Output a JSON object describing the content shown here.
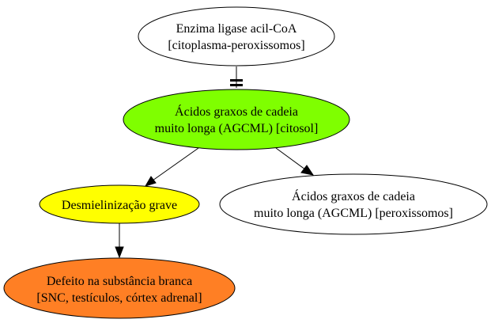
{
  "nodes": {
    "enzyme": {
      "line1": "Enzima ligase acil-CoA",
      "line2": "[citoplasma-peroxissomos]",
      "color": "#ffffff"
    },
    "agcml_cytosol": {
      "line1": "Ácidos graxos de cadeia",
      "line2": "muito longa (AGCML) [citosol]",
      "color": "#7fff00"
    },
    "demyelination": {
      "line1": "Desmielinização grave",
      "color": "#ffff00"
    },
    "agcml_peroxisome": {
      "line1": "Ácidos graxos de cadeia",
      "line2": "muito longa (AGCML) [peroxissomos]",
      "color": "#ffffff"
    },
    "white_matter": {
      "line1": "Defeito na substância branca",
      "line2": "[SNC, testículos, córtex adrenal]",
      "color": "#ff7f24"
    }
  },
  "edges": [
    {
      "from": "enzyme",
      "to": "agcml_cytosol",
      "style": "tee"
    },
    {
      "from": "agcml_cytosol",
      "to": "demyelination",
      "style": "arrow"
    },
    {
      "from": "agcml_cytosol",
      "to": "agcml_peroxisome",
      "style": "arrow"
    },
    {
      "from": "demyelination",
      "to": "white_matter",
      "style": "arrow"
    }
  ]
}
